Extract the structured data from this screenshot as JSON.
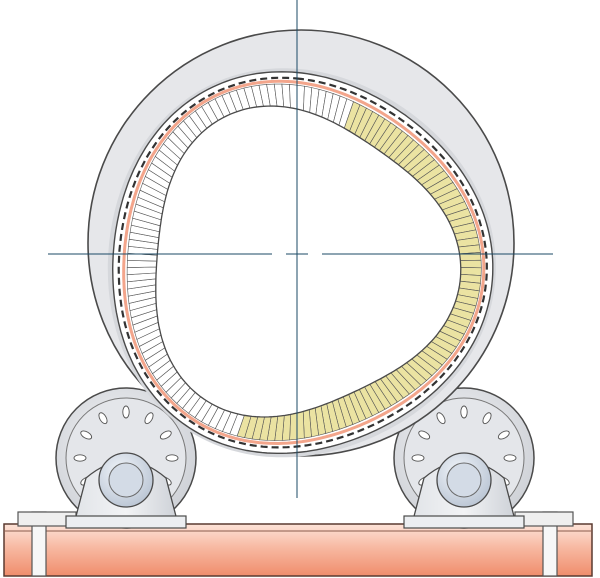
{
  "colors": {
    "background": "#ffffff",
    "outline": "#4a4a4a",
    "tyre_face": "#e6e7ea",
    "tyre_shadow": "#c9cbd0",
    "shell": "#f3a58b",
    "brick_light": "#ffffff",
    "brick_warm": "#ebe3a2",
    "centerline": "#1b4a66",
    "frame_fill": "#f6b7a0",
    "frame_light": "#fde3d8",
    "roller_face": "#e4e6ea",
    "bearing": "#d3dbe6"
  },
  "icons": {
    "tyre": "riding-ring",
    "lining": "refractory-brick-lining",
    "rollers": "support-roller",
    "base": "base-frame"
  },
  "lining": {
    "brick_count": 150,
    "warm_fraction_from": 0.05,
    "warm_fraction_to": 0.55
  }
}
